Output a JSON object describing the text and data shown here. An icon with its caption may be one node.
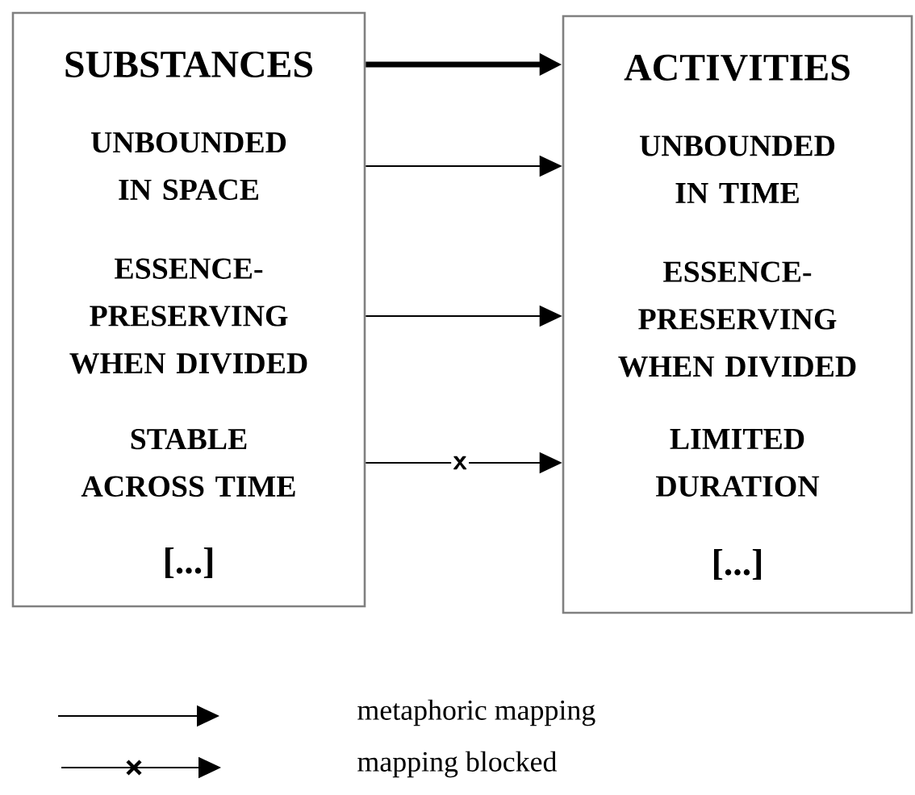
{
  "diagram": {
    "nodes": [
      {
        "text": [],
        "shape": "box"
      },
      {
        "text": [
          "SUBSTANCES"
        ],
        "in": 0
      },
      {
        "text": [
          "UNBOUNDED IN SPACE"
        ],
        "in": 0
      },
      {
        "text": [
          "ESSENCE-PRESERVING WHEN DIVIDED"
        ],
        "in": 0
      },
      {
        "text": [
          "STABLE ACROSS TIME"
        ],
        "in": 0
      },
      {
        "text": [
          "[...]"
        ],
        "in": 0
      },
      {
        "text": [],
        "shape": "box"
      },
      {
        "text": [
          "ACTIVITIES"
        ],
        "in": 6
      },
      {
        "text": [
          "UNBOUNDED IN TIME"
        ],
        "in": 6
      },
      {
        "text": [
          "ESSENCE-PRESERVING WHEN DIVIDED"
        ],
        "in": 6
      },
      {
        "text": [
          "LIMITED DURATION"
        ],
        "in": 6
      },
      {
        "text": [
          "[...]"
        ],
        "in": 6
      }
    ],
    "edges": [
      {
        "from": 1,
        "to": 7,
        "arrow": "to",
        "style": "thick"
      },
      {
        "from": 2,
        "to": 8,
        "arrow": "to"
      },
      {
        "from": 3,
        "to": 9,
        "arrow": "to"
      },
      {
        "from": 4,
        "to": 10,
        "arrow": "to",
        "label": "x"
      }
    ],
    "legend": [
      {
        "text": "metaphoric mapping"
      },
      {
        "text": "mapping blocked"
      }
    ]
  }
}
